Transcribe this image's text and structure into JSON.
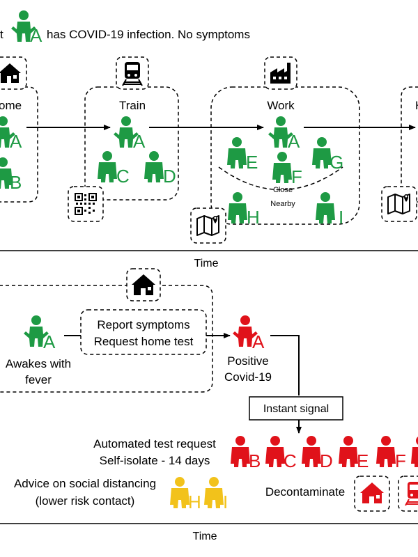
{
  "colors": {
    "green": "#1e9a44",
    "red": "#e0121a",
    "yellow": "#f2c21b",
    "black": "#000000"
  },
  "top": {
    "header_prefix": "t",
    "header_person": "A",
    "header_text": "has COVID-19 infection. No symptoms",
    "locations": {
      "home": "ome",
      "train": "Train",
      "work": "Work",
      "cut": "H"
    },
    "people": {
      "home_a": "A",
      "home_b": "B",
      "train_a": "A",
      "train_c": "C",
      "train_d": "D",
      "work_a": "A",
      "work_e": "E",
      "work_f": "F",
      "work_g": "G",
      "work_h": "H",
      "work_i": "I"
    },
    "close_label": "Close",
    "nearby_label": "Nearby",
    "time_label": "Time",
    "icons": [
      "house-icon",
      "train-icon",
      "factory-icon",
      "qr-code-icon",
      "map-icon"
    ]
  },
  "bottom": {
    "person_a_green": "A",
    "awakes_line1": "Awakes with",
    "awakes_line2": "fever",
    "report_line1": "Report symptoms",
    "report_line2": "Request home test",
    "person_a_red": "A",
    "positive_line1": "Positive",
    "positive_line2": "Covid-19",
    "signal_label": "Instant signal",
    "auto_line1": "Automated test request",
    "auto_line2": "Self-isolate - 14 days",
    "contacts_red": [
      "B",
      "C",
      "D",
      "E",
      "F"
    ],
    "advice_line1": "Advice on social distancing",
    "advice_line2": "(lower risk contact)",
    "contacts_yellow": [
      "H",
      "I"
    ],
    "decontaminate": "Decontaminate",
    "time_label": "Time"
  }
}
